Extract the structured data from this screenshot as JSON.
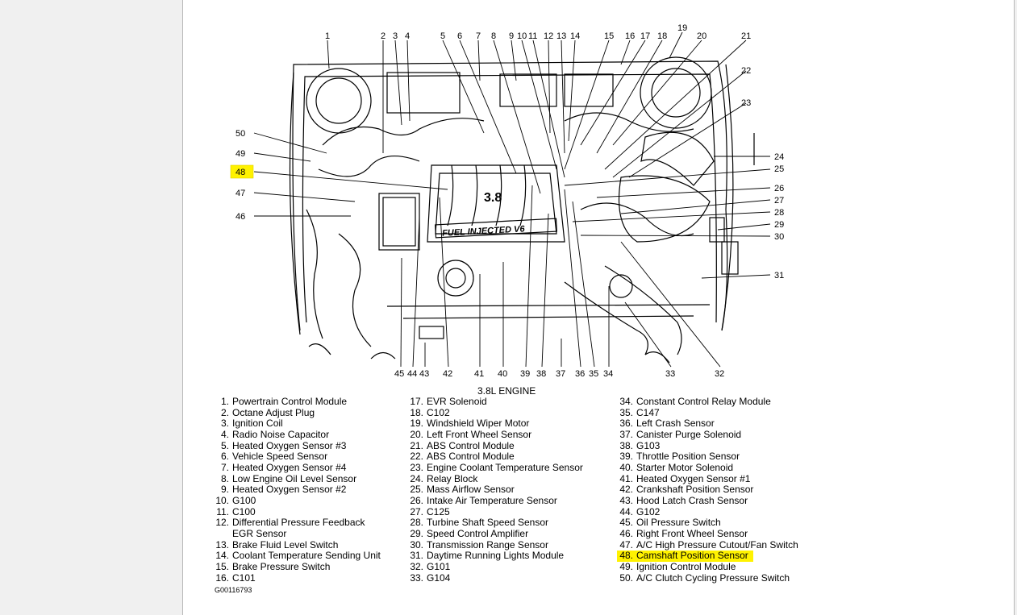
{
  "caption": "3.8L ENGINE",
  "figure_id": "G00116793",
  "highlight_color": "#fff200",
  "callouts": {
    "top": [
      "1",
      "2",
      "3",
      "4",
      "5",
      "6",
      "7",
      "8",
      "9",
      "10",
      "11",
      "12",
      "13",
      "14",
      "15",
      "16",
      "17",
      "18",
      "19",
      "20",
      "21"
    ],
    "right": [
      "22",
      "23",
      "24",
      "25",
      "26",
      "27",
      "28",
      "29",
      "30",
      "31"
    ],
    "bottom": [
      "45",
      "44",
      "43",
      "42",
      "41",
      "40",
      "39",
      "38",
      "37",
      "36",
      "35",
      "34",
      "33",
      "32"
    ],
    "left": [
      "50",
      "49",
      "48",
      "47",
      "46"
    ]
  },
  "highlighted_callout": "48",
  "legend": {
    "col1": [
      {
        "num": "1.",
        "text": "Powertrain Control Module"
      },
      {
        "num": "2.",
        "text": "Octane Adjust Plug"
      },
      {
        "num": "3.",
        "text": "Ignition Coil"
      },
      {
        "num": "4.",
        "text": "Radio Noise Capacitor"
      },
      {
        "num": "5.",
        "text": "Heated Oxygen Sensor #3"
      },
      {
        "num": "6.",
        "text": "Vehicle Speed Sensor"
      },
      {
        "num": "7.",
        "text": "Heated Oxygen Sensor #4"
      },
      {
        "num": "8.",
        "text": "Low Engine Oil Level Sensor"
      },
      {
        "num": "9.",
        "text": "Heated Oxygen Sensor #2"
      },
      {
        "num": "10.",
        "text": "G100"
      },
      {
        "num": "11.",
        "text": "C100"
      },
      {
        "num": "12.",
        "text": "Differential Pressure Feedback",
        "cont": "EGR Sensor"
      },
      {
        "num": "13.",
        "text": "Brake Fluid Level Switch"
      },
      {
        "num": "14.",
        "text": "Coolant Temperature Sending Unit"
      },
      {
        "num": "15.",
        "text": "Brake Pressure Switch"
      },
      {
        "num": "16.",
        "text": "C101"
      }
    ],
    "col2": [
      {
        "num": "17.",
        "text": "EVR Solenoid"
      },
      {
        "num": "18.",
        "text": "C102"
      },
      {
        "num": "19.",
        "text": "Windshield Wiper Motor"
      },
      {
        "num": "20.",
        "text": "Left Front Wheel Sensor"
      },
      {
        "num": "21.",
        "text": "ABS Control Module"
      },
      {
        "num": "22.",
        "text": "ABS Control Module"
      },
      {
        "num": "23.",
        "text": "Engine Coolant Temperature Sensor"
      },
      {
        "num": "24.",
        "text": "Relay Block"
      },
      {
        "num": "25.",
        "text": "Mass Airflow Sensor"
      },
      {
        "num": "26.",
        "text": "Intake Air Temperature Sensor"
      },
      {
        "num": "27.",
        "text": "C125"
      },
      {
        "num": "28.",
        "text": "Turbine Shaft Speed Sensor"
      },
      {
        "num": "29.",
        "text": "Speed Control Amplifier"
      },
      {
        "num": "30.",
        "text": "Transmission Range Sensor"
      },
      {
        "num": "31.",
        "text": "Daytime Running Lights Module"
      },
      {
        "num": "32.",
        "text": "G101"
      },
      {
        "num": "33.",
        "text": "G104"
      }
    ],
    "col3": [
      {
        "num": "34.",
        "text": "Constant Control Relay Module"
      },
      {
        "num": "35.",
        "text": "C147"
      },
      {
        "num": "36.",
        "text": "Left Crash Sensor"
      },
      {
        "num": "37.",
        "text": "Canister Purge Solenoid"
      },
      {
        "num": "38.",
        "text": "G103"
      },
      {
        "num": "39.",
        "text": "Throttle Position Sensor"
      },
      {
        "num": "40.",
        "text": "Starter Motor Solenoid"
      },
      {
        "num": "41.",
        "text": "Heated Oxygen Sensor #1"
      },
      {
        "num": "42.",
        "text": "Crankshaft Position Sensor"
      },
      {
        "num": "43.",
        "text": "Hood Latch Crash Sensor"
      },
      {
        "num": "44.",
        "text": "G102"
      },
      {
        "num": "45.",
        "text": "Oil Pressure Switch"
      },
      {
        "num": "46.",
        "text": "Right Front Wheel Sensor"
      },
      {
        "num": "47.",
        "text": "A/C High Pressure Cutout/Fan Switch"
      },
      {
        "num": "48.",
        "text": "Camshaft Position Sensor",
        "highlight": true
      },
      {
        "num": "49.",
        "text": "Ignition Control Module"
      },
      {
        "num": "50.",
        "text": "A/C Clutch Cycling Pressure Switch"
      }
    ]
  },
  "engine_label": "FUEL INJECTED V6",
  "engine_size_label": "3.8"
}
